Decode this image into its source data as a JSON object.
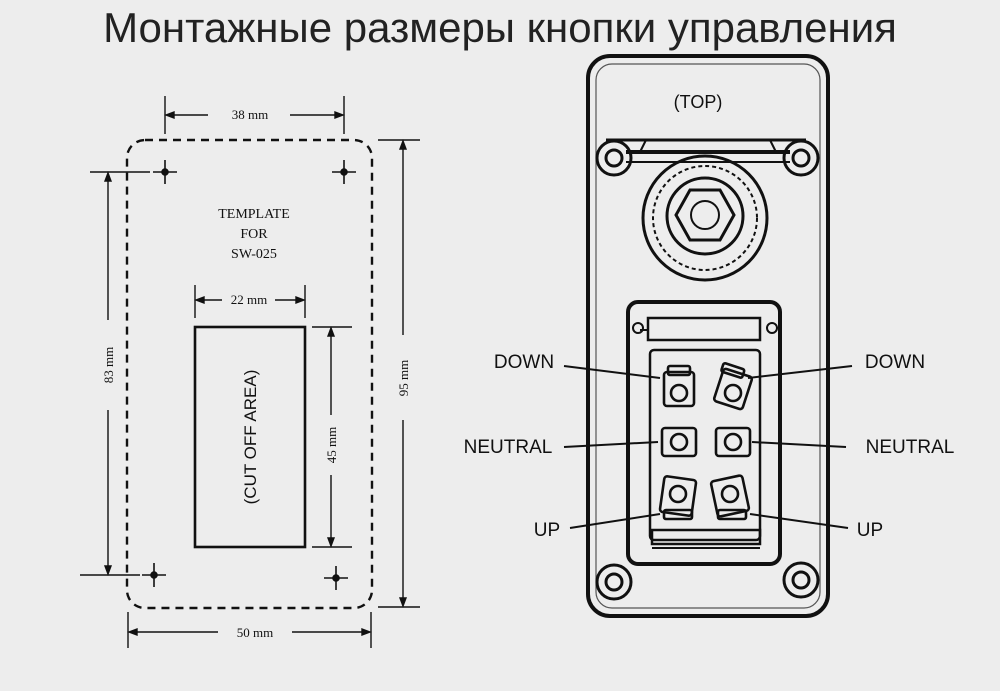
{
  "title": "Монтажные размеры кнопки управления",
  "template": {
    "label_line1": "TEMPLATE",
    "label_line2": "FOR",
    "label_line3": "SW-025",
    "dim_width_top": "38 mm",
    "dim_width_bottom": "50 mm",
    "dim_height_left": "83 mm",
    "dim_height_right": "95 mm",
    "dim_cut_width": "22 mm",
    "dim_cut_height": "45 mm",
    "cut_area_label": "(CUT OFF AREA)"
  },
  "device": {
    "top_label": "(TOP)",
    "labels": {
      "down_left": "DOWN",
      "down_right": "DOWN",
      "neutral_left": "NEUTRAL",
      "neutral_right": "NEUTRAL",
      "up_left": "UP",
      "up_right": "UP"
    }
  }
}
